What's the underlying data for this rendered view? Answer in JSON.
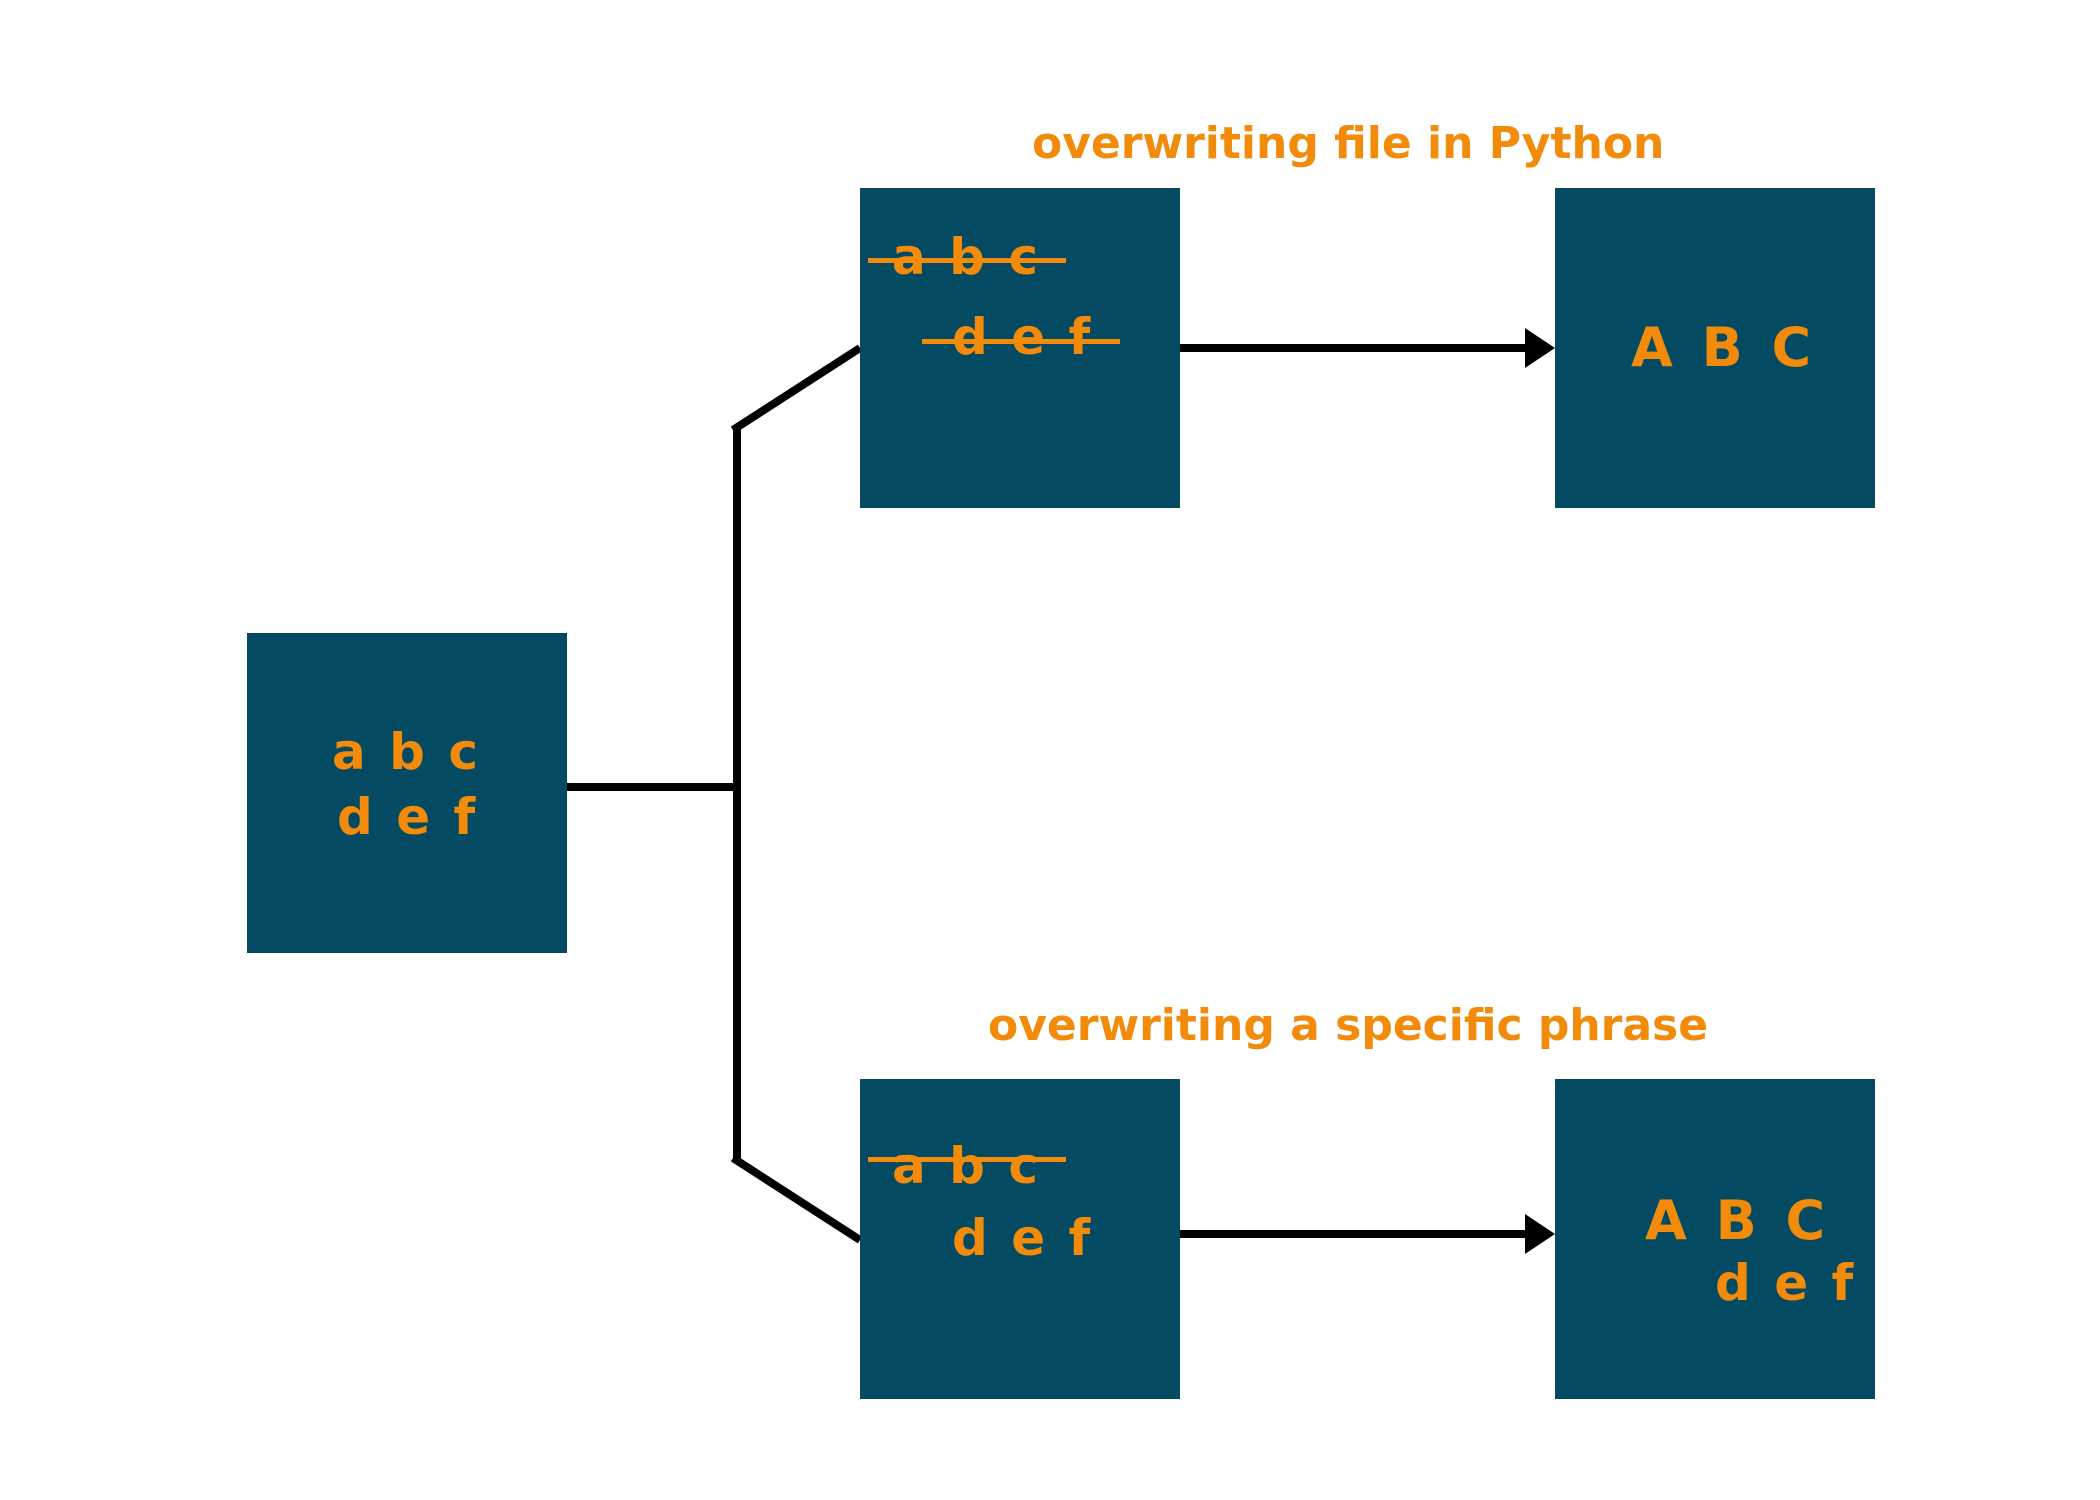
{
  "headings": {
    "top": "overwriting file in Python",
    "bottom": "overwriting a specific phrase"
  },
  "source": {
    "line1": "a b c",
    "line2": "d e f"
  },
  "top_branch": {
    "before": {
      "line1": "a b c",
      "line2": "d e f",
      "line1_struck": true,
      "line2_struck": true
    },
    "after": {
      "line1": "A B C"
    }
  },
  "bottom_branch": {
    "before": {
      "line1": "a b c",
      "line2": "d e f",
      "line1_struck": true,
      "line2_struck": false
    },
    "after": {
      "line1": "A B C",
      "line2": "d e f"
    }
  },
  "colors": {
    "box": "#044a62",
    "text": "#f28a0a",
    "line": "#000000",
    "background": "#ffffff"
  }
}
